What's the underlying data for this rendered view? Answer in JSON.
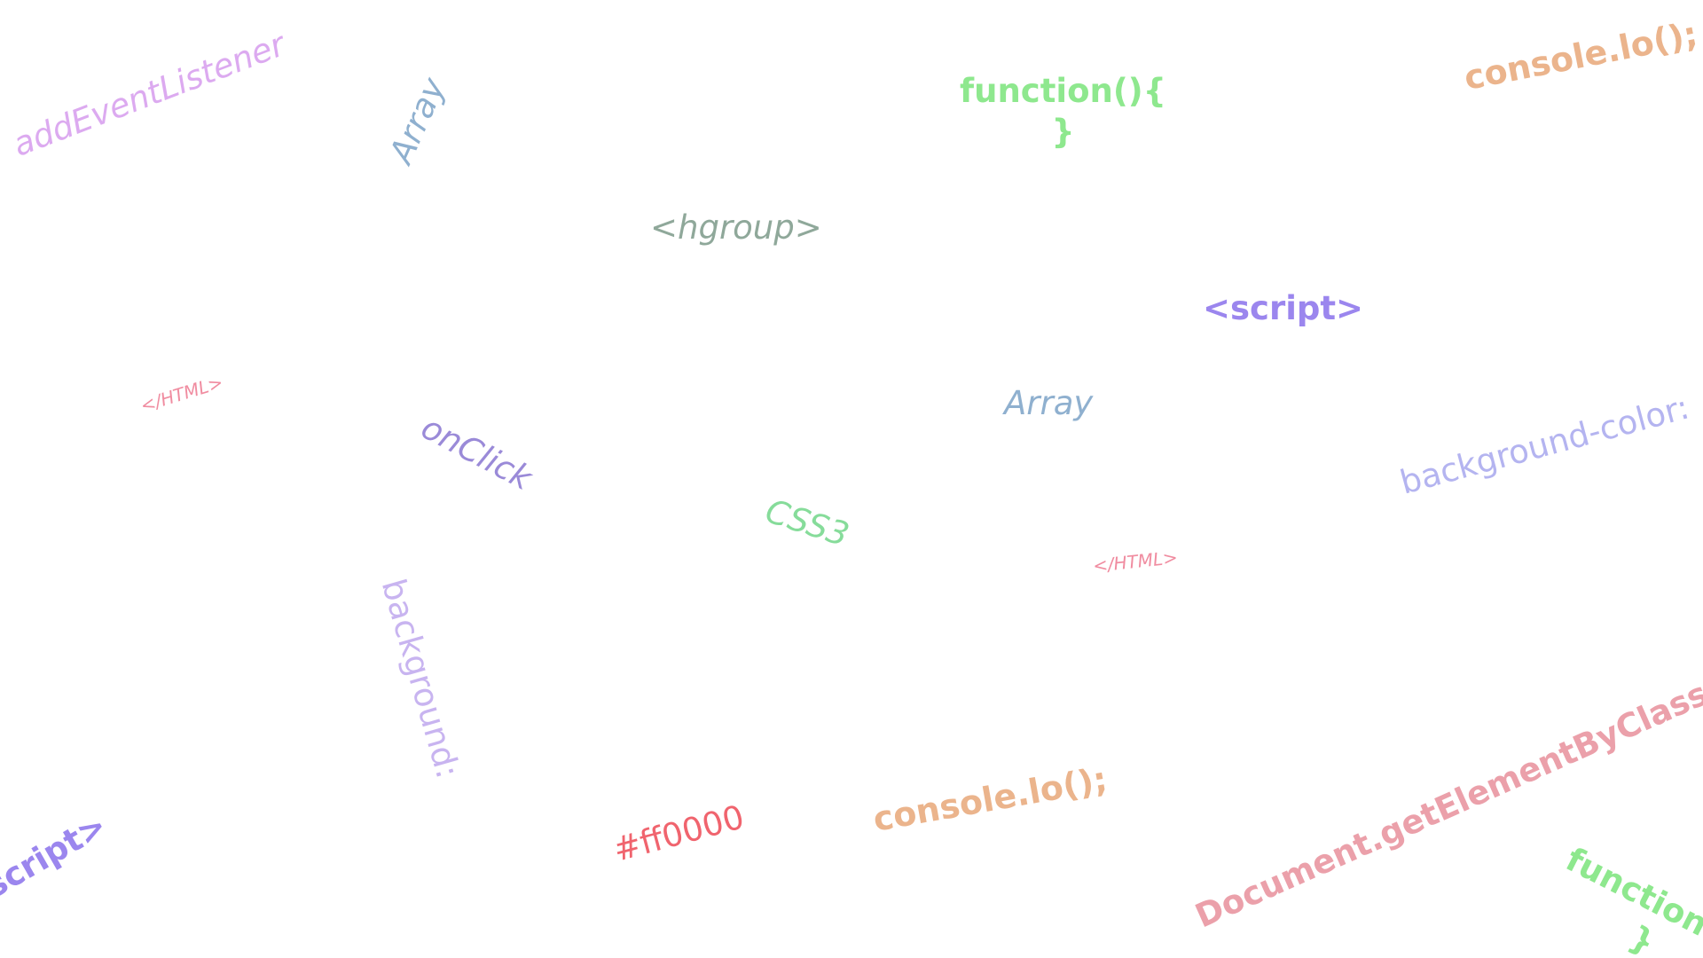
{
  "words": {
    "add_event_listener": "addEventListener",
    "array_1": "Array",
    "function_1_open": "function(){",
    "function_1_close": "}",
    "console_1": "console.lo();",
    "hgroup": "<hgroup>",
    "script_1": "<script>",
    "html_close_1": "</HTML>",
    "array_2": "Array",
    "onclick": "onClick",
    "background_color": "background-color:",
    "css3": "CSS3",
    "html_close_2": "</HTML>",
    "background": "background:",
    "script_2": "<script>",
    "hex_red": "#ff0000",
    "console_2": "console.lo();",
    "get_element": "Document.getElementByClass(\"\")",
    "function_2_open": "function(){",
    "function_2_close": "}"
  },
  "colors": {
    "violet_light": "#dcaaf0",
    "steel_blue": "#8fb0cf",
    "light_green": "#8ee88e",
    "peach": "#ebb48c",
    "sage": "#8fa89a",
    "purple": "#9b86ee",
    "pink": "#f08ca0",
    "lavender_purple": "#9a8ad8",
    "periwinkle": "#b4b4f0",
    "green": "#86dc9a",
    "lavender": "#c8b4f0",
    "red": "#f0646e",
    "rose": "#eba0aa"
  }
}
